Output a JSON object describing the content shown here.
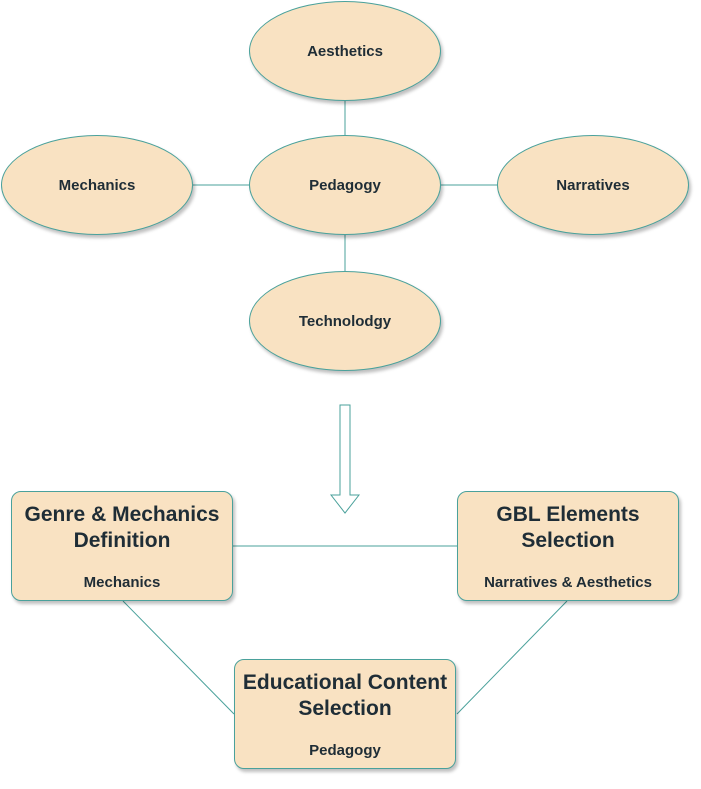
{
  "ellipses": {
    "aesthetics": "Aesthetics",
    "mechanics": "Mechanics",
    "pedagogy": "Pedagogy",
    "narratives": "Narratives",
    "technology": "Technolodgy"
  },
  "boxes": {
    "genre": {
      "title": "Genre & Mechanics Definition",
      "subtitle": "Mechanics"
    },
    "gbl": {
      "title": "GBL Elements Selection",
      "subtitle": "Narratives & Aesthetics"
    },
    "educational": {
      "title": "Educational Content Selection",
      "subtitle": "Pedagogy"
    }
  },
  "colors": {
    "fill": "#f9e2c2",
    "stroke": "#4aa19b",
    "text": "#1f2d36"
  }
}
